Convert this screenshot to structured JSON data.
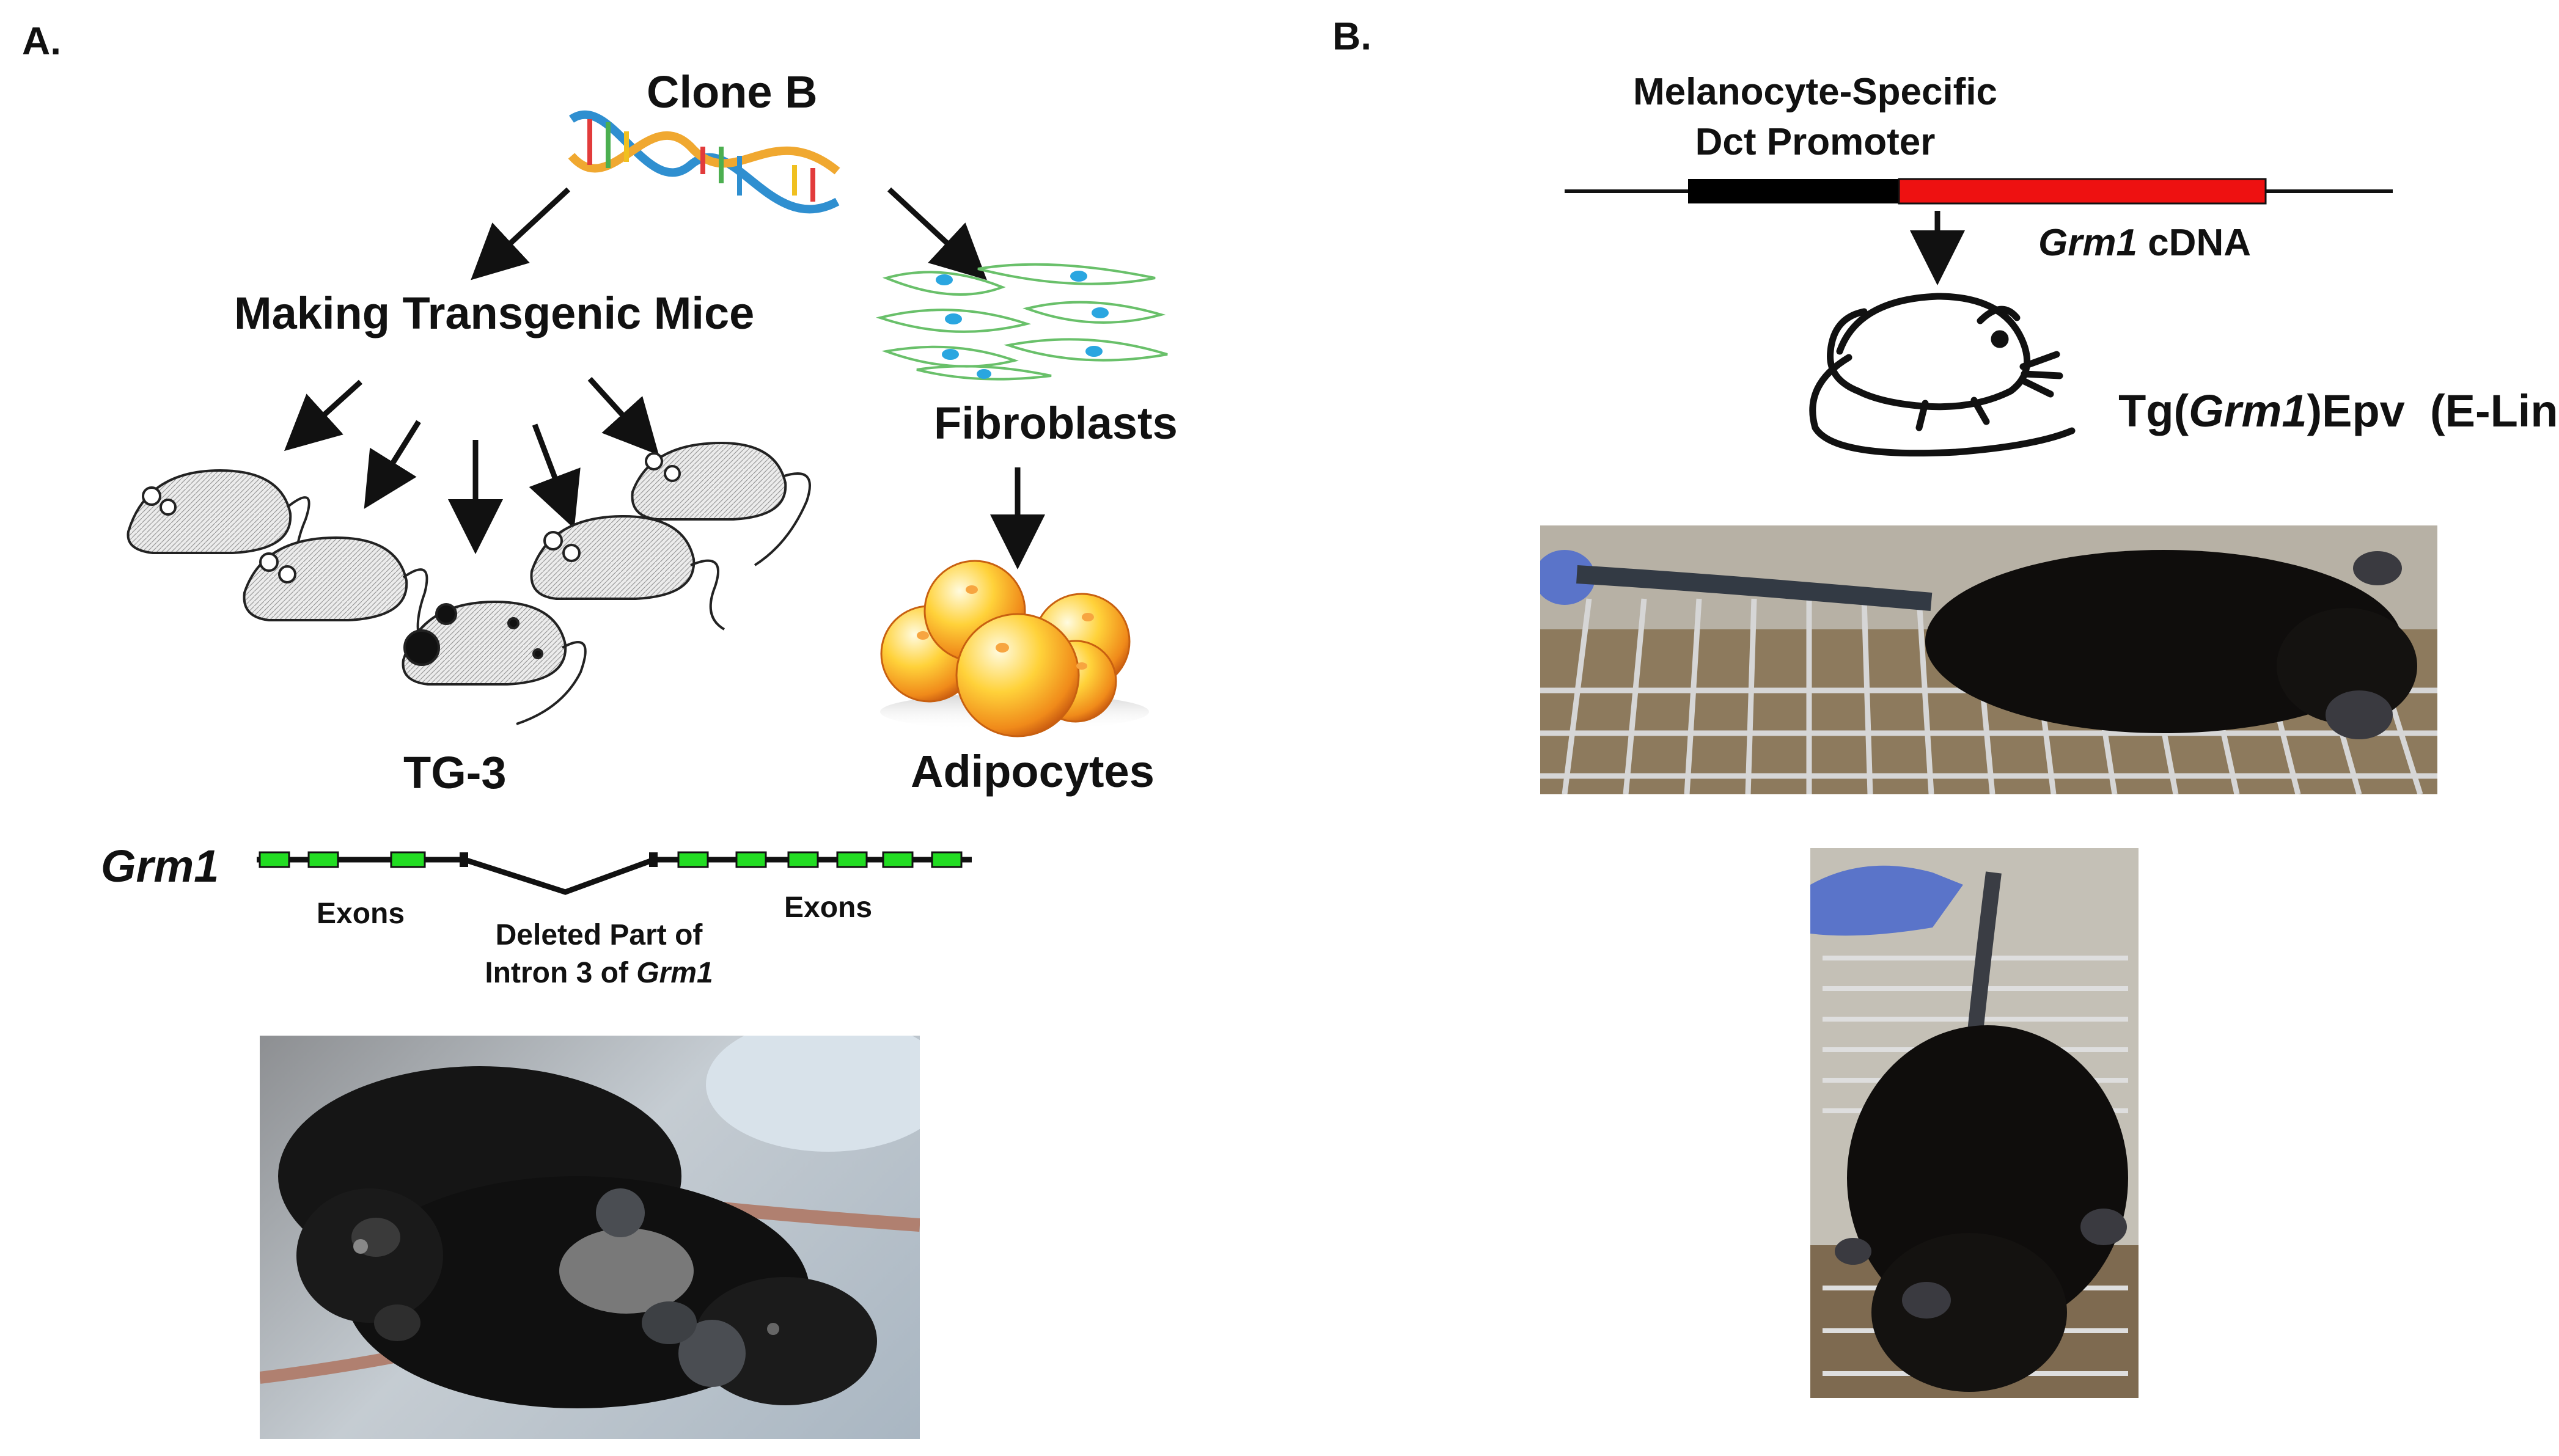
{
  "panel_a": {
    "letter": "A.",
    "source_label": "Clone B",
    "making_label": "Making Transgenic Mice",
    "fibroblasts_label": "Fibroblasts",
    "adipocytes_label": "Adipocytes",
    "tg3_label": "TG-3",
    "gene_label": "Grm1",
    "exons_left_label": "Exons",
    "exons_right_label": "Exons",
    "deleted_line1": "Deleted Part of",
    "deleted_line2_prefix": "Intron 3 of ",
    "deleted_line2_gene": "Grm1"
  },
  "panel_b": {
    "letter": "B.",
    "promoter_line1": "Melanocyte-Specific",
    "promoter_line2": "Dct Promoter",
    "cdna_gene": "Grm1",
    "cdna_suffix": " cDNA",
    "strain_prefix": "Tg(",
    "strain_gene": "Grm1",
    "strain_suffix": ")Epv  (E-Line)"
  },
  "colors": {
    "exon": "#22dd22",
    "promoter": "#000000",
    "cdna": "#ee1111",
    "arrow": "#111111"
  },
  "icons": [
    "dna-helix-icon",
    "fibroblast-cells-icon",
    "adipocyte-cluster-icon",
    "mouse-sketch-icon",
    "mouse-outline-icon"
  ]
}
